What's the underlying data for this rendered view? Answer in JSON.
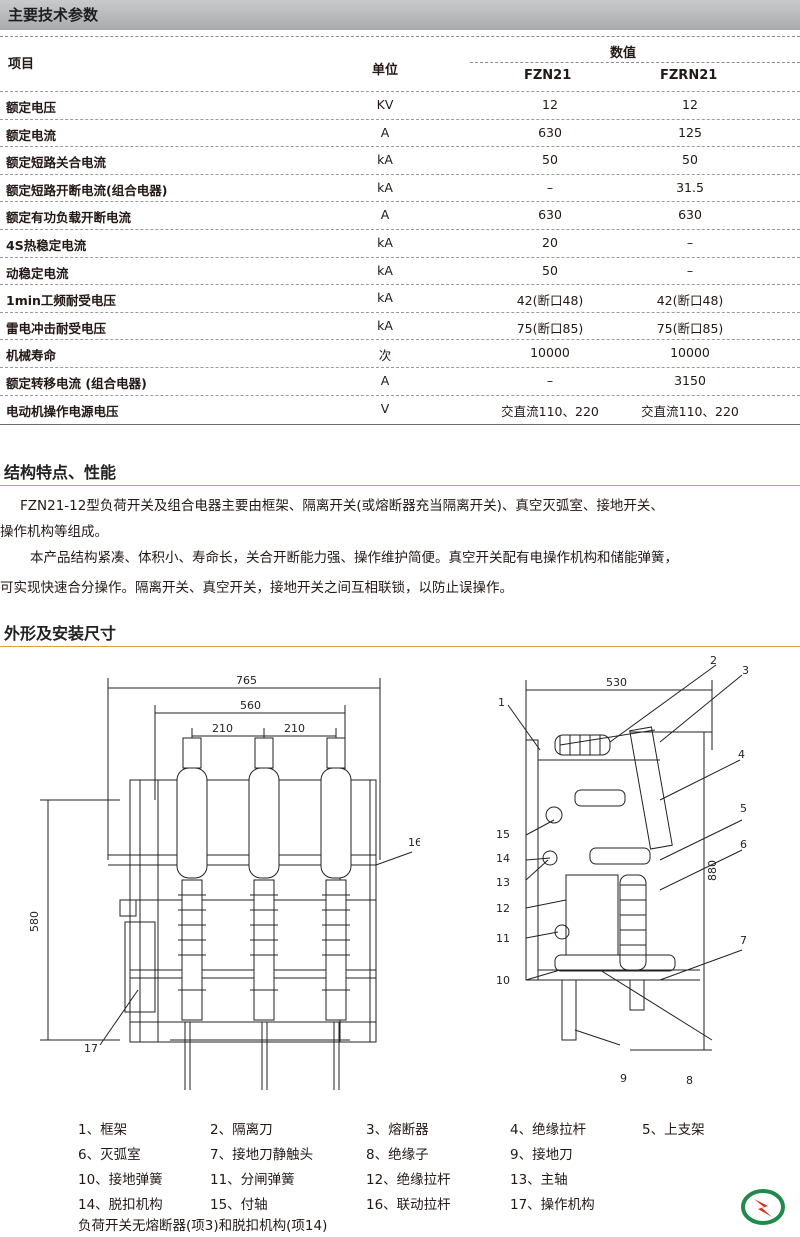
{
  "params": {
    "section_title": "主要技术参数",
    "head": {
      "item": "项目",
      "unit": "单位",
      "value": "数值",
      "col1": "FZN21",
      "col2": "FZRN21"
    },
    "rows": [
      {
        "item": "额定电压",
        "unit": "KV",
        "v1": "12",
        "v2": "12"
      },
      {
        "item": "额定电流",
        "unit": "A",
        "v1": "630",
        "v2": "125"
      },
      {
        "item": "额定短路关合电流",
        "unit": "kA",
        "v1": "50",
        "v2": "50"
      },
      {
        "item": "额定短路开断电流(组合电器)",
        "unit": "kA",
        "v1": "–",
        "v2": "31.5"
      },
      {
        "item": "额定有功负载开断电流",
        "unit": "A",
        "v1": "630",
        "v2": "630"
      },
      {
        "item": "4S热稳定电流",
        "unit": "kA",
        "v1": "20",
        "v2": "–"
      },
      {
        "item": "动稳定电流",
        "unit": "kA",
        "v1": "50",
        "v2": "–"
      },
      {
        "item": "1min工频耐受电压",
        "unit": "kA",
        "v1": "42(断口48)",
        "v2": "42(断口48)"
      },
      {
        "item": "雷电冲击耐受电压",
        "unit": "kA",
        "v1": "75(断口85)",
        "v2": "75(断口85)"
      },
      {
        "item": "机械寿命",
        "unit": "次",
        "v1": "10000",
        "v2": "10000"
      },
      {
        "item": "额定转移电流 (组合电器)",
        "unit": "A",
        "v1": "–",
        "v2": "3150"
      },
      {
        "item": "电动机操作电源电压",
        "unit": "V",
        "v1": "交直流110、220",
        "v2": "交直流110、220"
      }
    ]
  },
  "structure": {
    "title": "结构特点、性能",
    "p1_line1": "FZN21-12型负荷开关及组合电器主要由框架、隔离开关(或熔断器充当隔离开关)、真空灭弧室、接地开关、",
    "p1_line2": "操作机构等组成。",
    "p2_line1": "本产品结构紧凑、体积小、寿命长，关合开断能力强、操作维护简便。真空开关配有电操作机构和储能弹簧，",
    "p2_line2": "可实现快速合分操作。隔离开关、真空开关，接地开关之间互相联锁，以防止误操作。"
  },
  "dimensions": {
    "title": "外形及安装尺寸",
    "front": {
      "d765": "765",
      "d560": "560",
      "d210a": "210",
      "d210b": "210",
      "d580": "580",
      "l16": "16",
      "l17": "17"
    },
    "side": {
      "d530": "530",
      "d880": "880",
      "labels": [
        "1",
        "2",
        "3",
        "4",
        "5",
        "6",
        "7",
        "8",
        "9",
        "10",
        "11",
        "12",
        "13",
        "14",
        "15"
      ]
    }
  },
  "legend": {
    "items": [
      "1、框架",
      "2、隔离刀",
      "3、熔断器",
      "4、绝缘拉杆",
      "5、上支架",
      "6、灭弧室",
      "7、接地刀静触头",
      "8、绝缘子",
      "9、接地刀",
      "10、接地弹簧",
      "11、分闸弹簧",
      "12、绝缘拉杆",
      "13、主轴",
      "14、脱扣机构",
      "15、付轴",
      "16、联动拉杆",
      "17、操作机构"
    ],
    "note": "负荷开关无熔断器(项3)和脱扣机构(项14)"
  },
  "colors": {
    "accent": "#e59b3e",
    "logo_green": "#1f8a4c",
    "logo_red": "#d6301f"
  }
}
